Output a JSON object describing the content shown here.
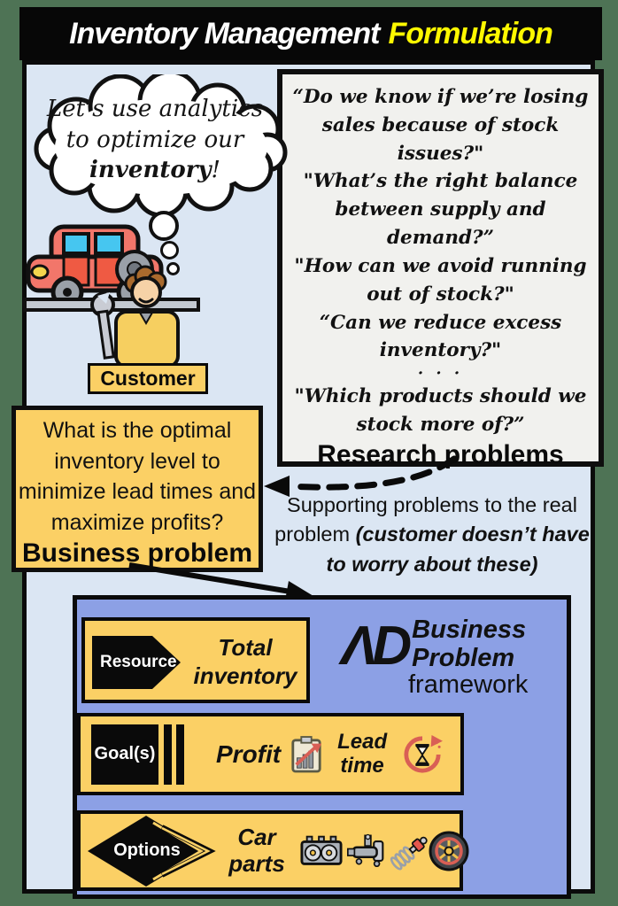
{
  "header": {
    "title_main": "Inventory Management",
    "title_accent": "Formulation"
  },
  "thought_bubble": {
    "line1": "Let’s use analytics",
    "line2": "to optimize our",
    "bold_word": "inventory",
    "punct": "!"
  },
  "customer": {
    "label": "Customer"
  },
  "research_box": {
    "questions": [
      "“Do we know if we’re losing sales because of stock issues?\"",
      "\"What’s the right balance between supply and demand?”",
      "\"How can we avoid running out of stock?\"",
      "“Can we reduce excess inventory?\"",
      "· · ·",
      "\"Which products should we stock more of?”"
    ],
    "label": "Research problems"
  },
  "business_box": {
    "question": "What is the optimal inventory level to minimize lead times and maximize profits?",
    "label": "Business problem"
  },
  "supporting_note": {
    "normal": "Supporting problems to the real problem ",
    "italic": "(customer doesn’t have to worry about these)"
  },
  "framework": {
    "logo": "ΛD",
    "brand_line1": "Business",
    "brand_line2": "Problem",
    "brand_sub": "framework",
    "resource": {
      "tag": "Resource",
      "value": "Total inventory"
    },
    "goals": {
      "tag": "Goal(s)",
      "value1": "Profit",
      "value2": "Lead time"
    },
    "options": {
      "tag": "Options",
      "value": "Car parts"
    },
    "icons": {
      "profit": "clipboard-rising-chart-icon",
      "lead_time": "hourglass-cycle-icon",
      "car_parts": [
        "engine-icon",
        "axle-icon",
        "shock-absorber-icon",
        "tire-icon"
      ]
    }
  },
  "colors": {
    "background_green": "#4e7355",
    "panel_blue": "#dbe6f3",
    "paper_gray": "#f1f1ee",
    "accent_yellow": "#fbd065",
    "framework_periwinkle": "#8ca0e5",
    "title_accent_yellow": "#fdf800",
    "icon_red": "#d95f55",
    "car_red": "#f2766a"
  }
}
